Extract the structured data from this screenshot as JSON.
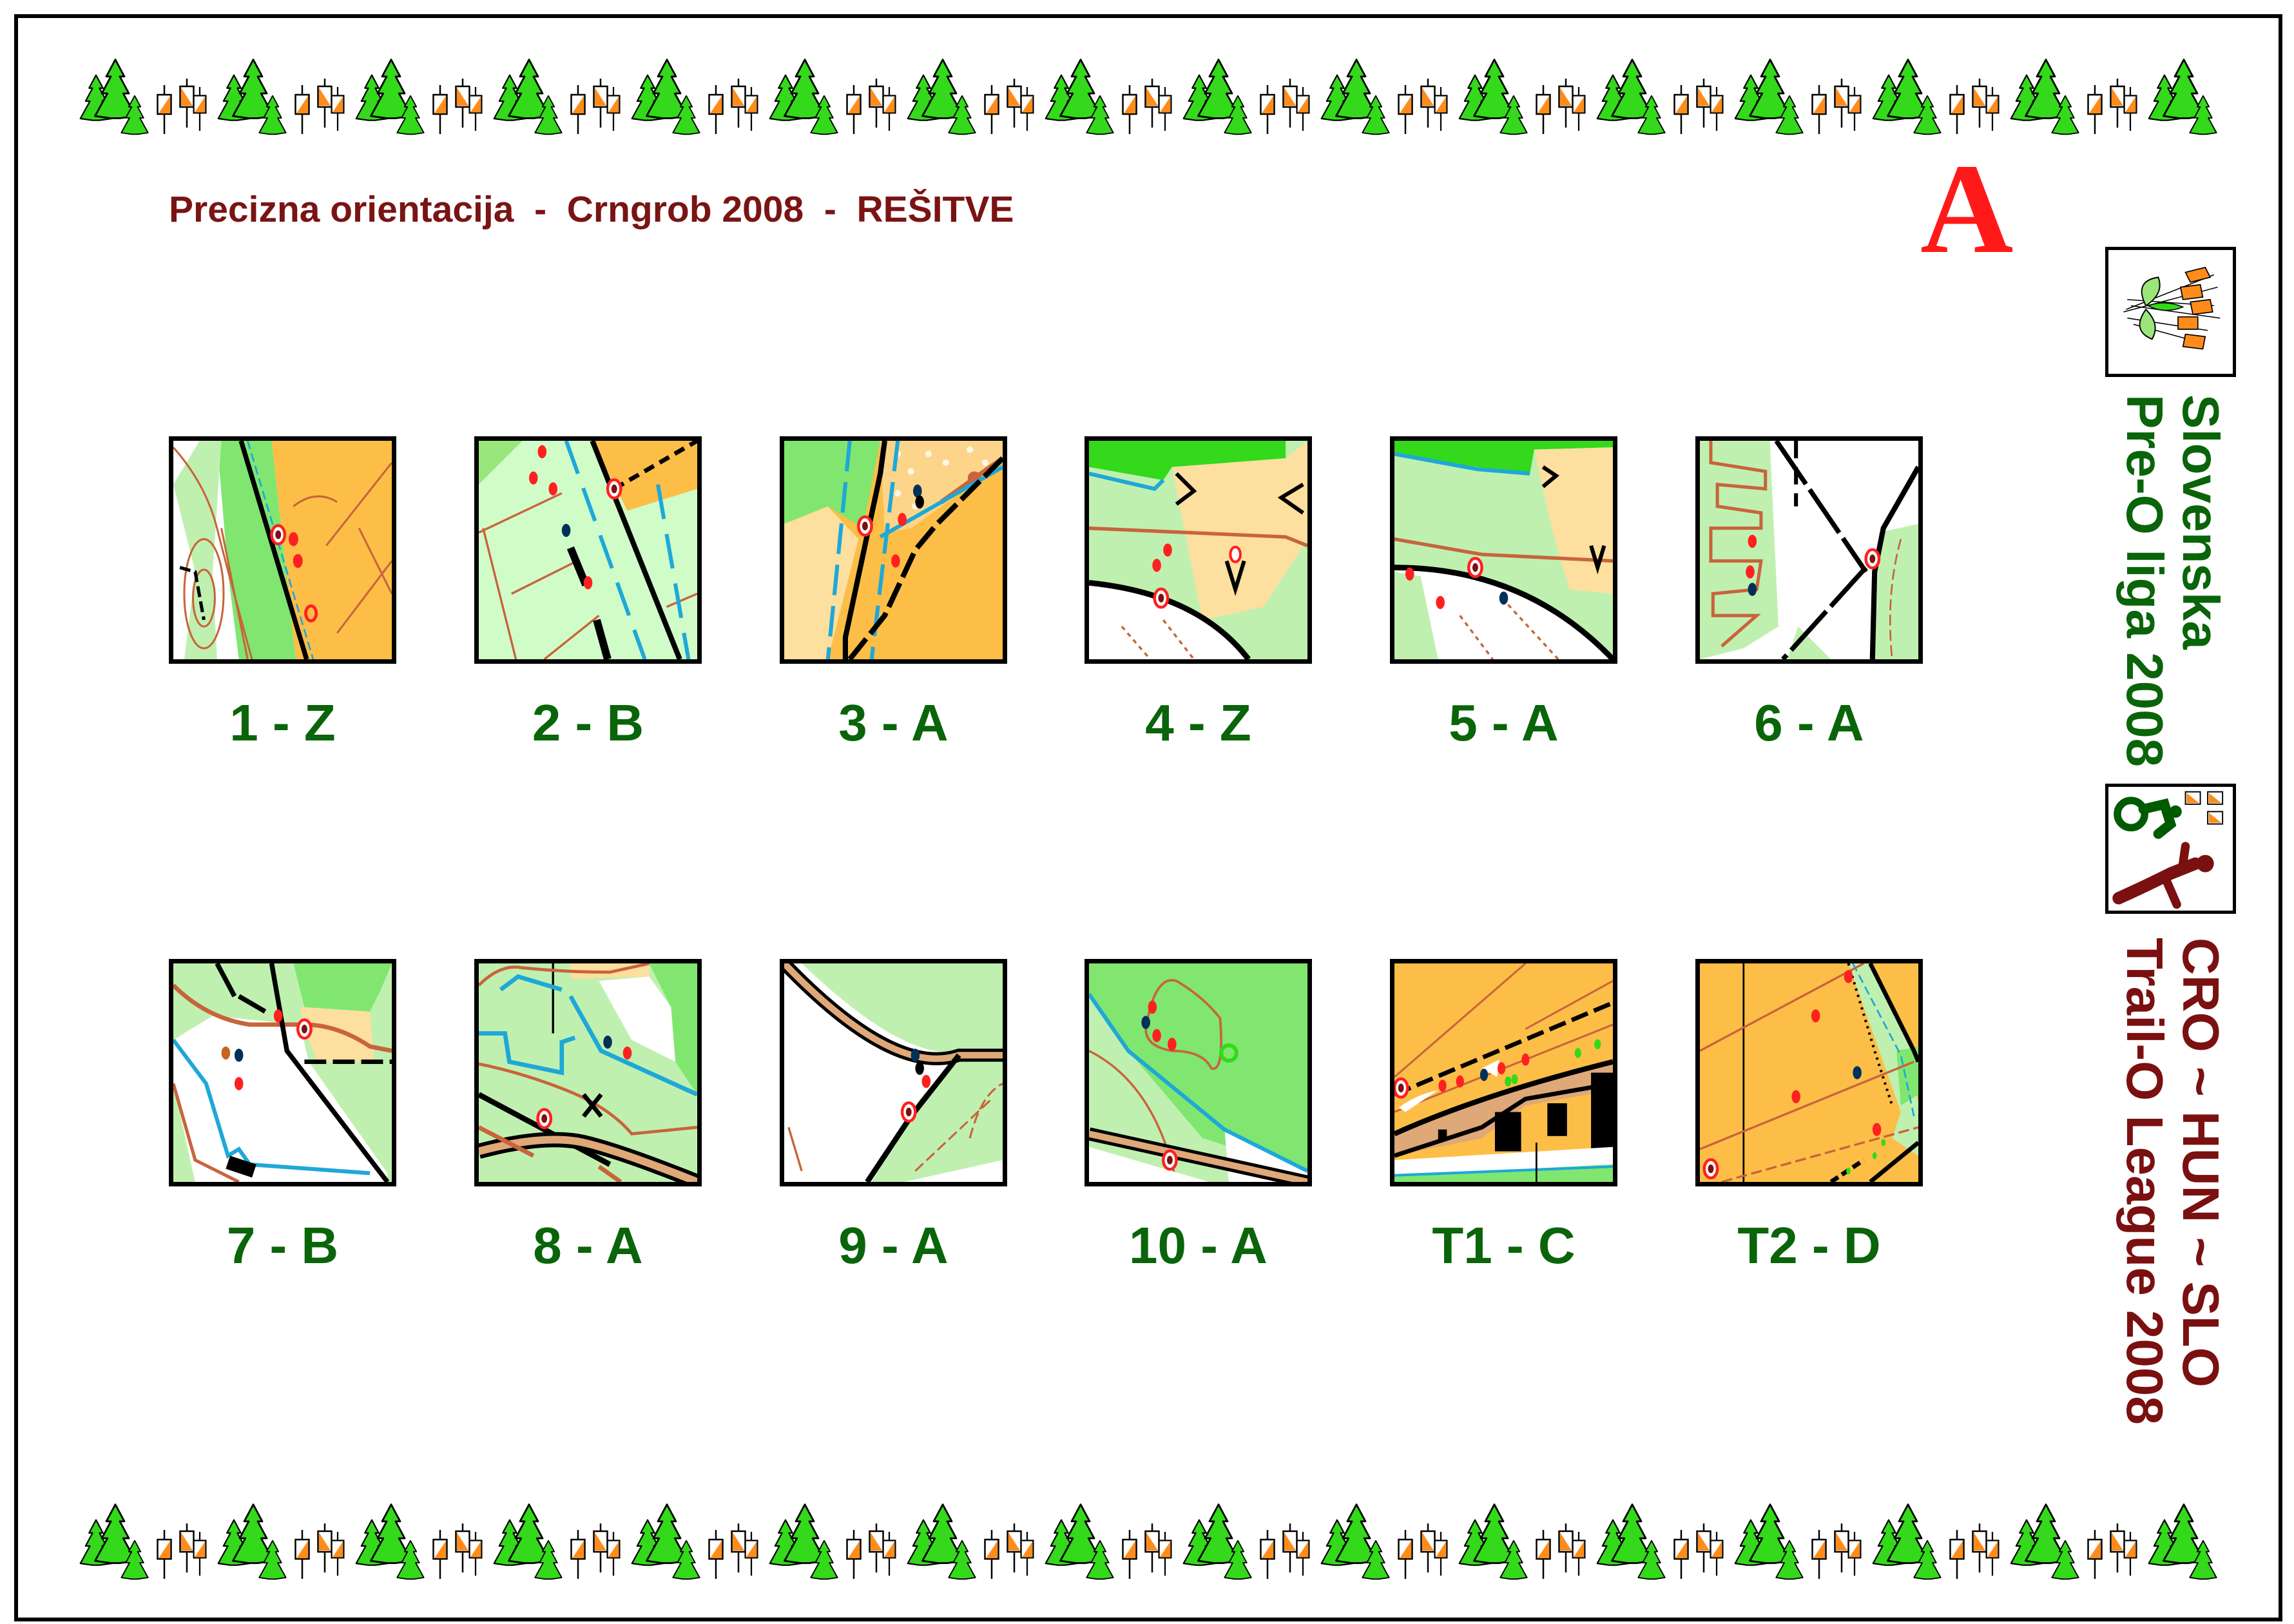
{
  "header": {
    "title": "Precizna orientacija  -  Crngrob 2008  -  REŠITVE",
    "set_letter": "A"
  },
  "solutions": {
    "row1": [
      "1 - Z",
      "2 - B",
      "3 - A",
      "4 - Z",
      "5 - A",
      "6 - A"
    ],
    "row2": [
      "7 - B",
      "8 - A",
      "9 - A",
      "10 - A",
      "T1 - C",
      "T2 - D"
    ]
  },
  "sidebar": {
    "league1": {
      "line1": "Slovenska",
      "line2": "Pre-O liga 2008"
    },
    "league2": {
      "line1": "CRO ~ HUN ~ SLO",
      "line2": "Trail-O League 2008"
    }
  },
  "colors": {
    "title": "#7a1414",
    "labels": "#0a640a",
    "set_letter": "#ff1a1a",
    "forest_green": "#33d91a",
    "control_orange": "#ff8c1a"
  }
}
